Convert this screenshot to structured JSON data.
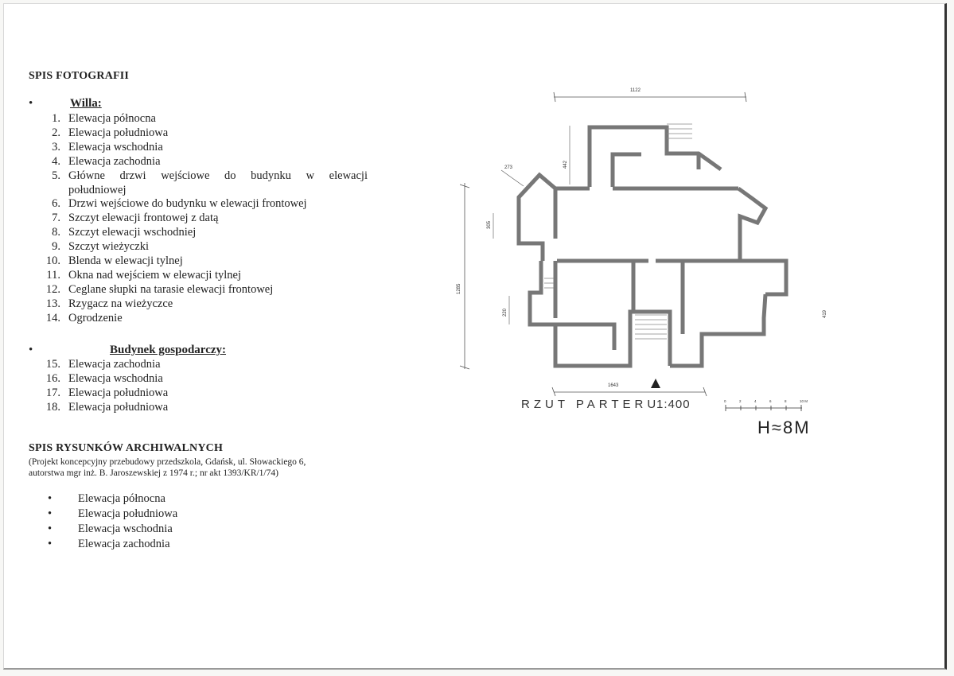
{
  "photos": {
    "title": "SPIS FOTOGRAFII",
    "group1": {
      "label": "Willa:",
      "items": [
        {
          "num": "1.",
          "text": "Elewacja północna"
        },
        {
          "num": "2.",
          "text": "Elewacja południowa"
        },
        {
          "num": "3.",
          "text": "Elewacja wschodnia"
        },
        {
          "num": "4.",
          "text": "Elewacja zachodnia"
        },
        {
          "num": "5.",
          "text": "Główne drzwi wejściowe do budynku w elewacji",
          "text2": "południowej"
        },
        {
          "num": "6.",
          "text": "Drzwi wejściowe do budynku w elewacji frontowej"
        },
        {
          "num": "7.",
          "text": "Szczyt elewacji frontowej z datą"
        },
        {
          "num": "8.",
          "text": "Szczyt elewacji wschodniej"
        },
        {
          "num": "9.",
          "text": "Szczyt wieżyczki"
        },
        {
          "num": "10.",
          "text": "Blenda w elewacji tylnej"
        },
        {
          "num": "11.",
          "text": "Okna nad wejściem w elewacji tylnej"
        },
        {
          "num": "12.",
          "text": "Ceglane słupki na tarasie elewacji frontowej"
        },
        {
          "num": "13.",
          "text": "Rzygacz na wieżyczce"
        },
        {
          "num": "14.",
          "text": "Ogrodzenie"
        }
      ]
    },
    "group2": {
      "label": "Budynek gospodarczy:",
      "items": [
        {
          "num": "15.",
          "text": "Elewacja zachodnia"
        },
        {
          "num": "16.",
          "text": "Elewacja wschodnia"
        },
        {
          "num": "17.",
          "text": "Elewacja południowa"
        },
        {
          "num": "18.",
          "text": "Elewacja południowa"
        }
      ]
    }
  },
  "drawings": {
    "title": "SPIS RYSUNKÓW ARCHIWALNYCH",
    "subtitle_line1": "(Projekt koncepcyjny przebudowy przedszkola, Gdańsk, ul. Słowackiego 6,",
    "subtitle_line2": "autorstwa mgr inż. B. Jaroszewskiej  z 1974 r.; nr akt 1393/KR/1/74)",
    "items": [
      "Elewacja północna",
      "Elewacja południowa",
      "Elewacja wschodnia",
      "Elewacja zachodnia"
    ]
  },
  "plan": {
    "caption": "RZUT PARTERU",
    "scale": "1:400",
    "dims": {
      "top": "1122",
      "bottom": "1643",
      "left": "1285",
      "right": "419",
      "d1": "273",
      "d2": "442",
      "d3": "305",
      "d4": "220"
    },
    "scale_ticks": [
      "0",
      "2",
      "4",
      "6",
      "8",
      "10 M"
    ],
    "handwritten": "H≈8M"
  }
}
